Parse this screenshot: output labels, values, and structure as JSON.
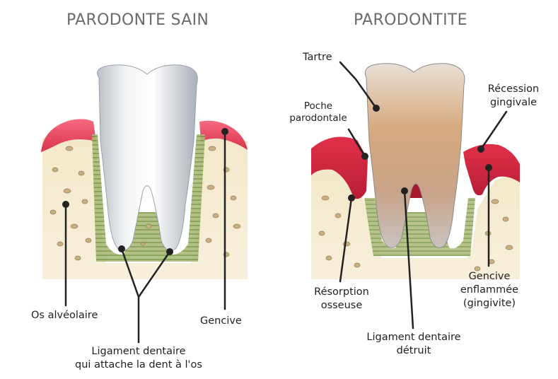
{
  "titles": {
    "healthy": "PARODONTE SAIN",
    "disease": "PARODONTITE"
  },
  "labels": {
    "os_alveolaire": "Os alvéolaire",
    "gencive": "Gencive",
    "ligament_line1": "Ligament dentaire",
    "ligament_line2": "qui attache la dent à l'os",
    "tartre": "Tartre",
    "poche_line1": "Poche",
    "poche_line2": "parodontale",
    "recession_line1": "Récession",
    "recession_line2": "gingivale",
    "resorption_line1": "Résorption",
    "resorption_line2": "osseuse",
    "ligament_detruit_line1": "Ligament dentaire",
    "ligament_detruit_line2": "détruit",
    "gencive_enfl_line1": "Gencive",
    "gencive_enfl_line2": "enflammée",
    "gencive_enfl_line3": "(gingivite)"
  },
  "colors": {
    "bone": "#f4ead0",
    "gum": "#e0435a",
    "gum_inflamed": "#d42a44",
    "ligament": "#8aa15a",
    "tooth_white": "#f2f4f6",
    "tartar": "#c8a07a",
    "leader": "#222222"
  }
}
